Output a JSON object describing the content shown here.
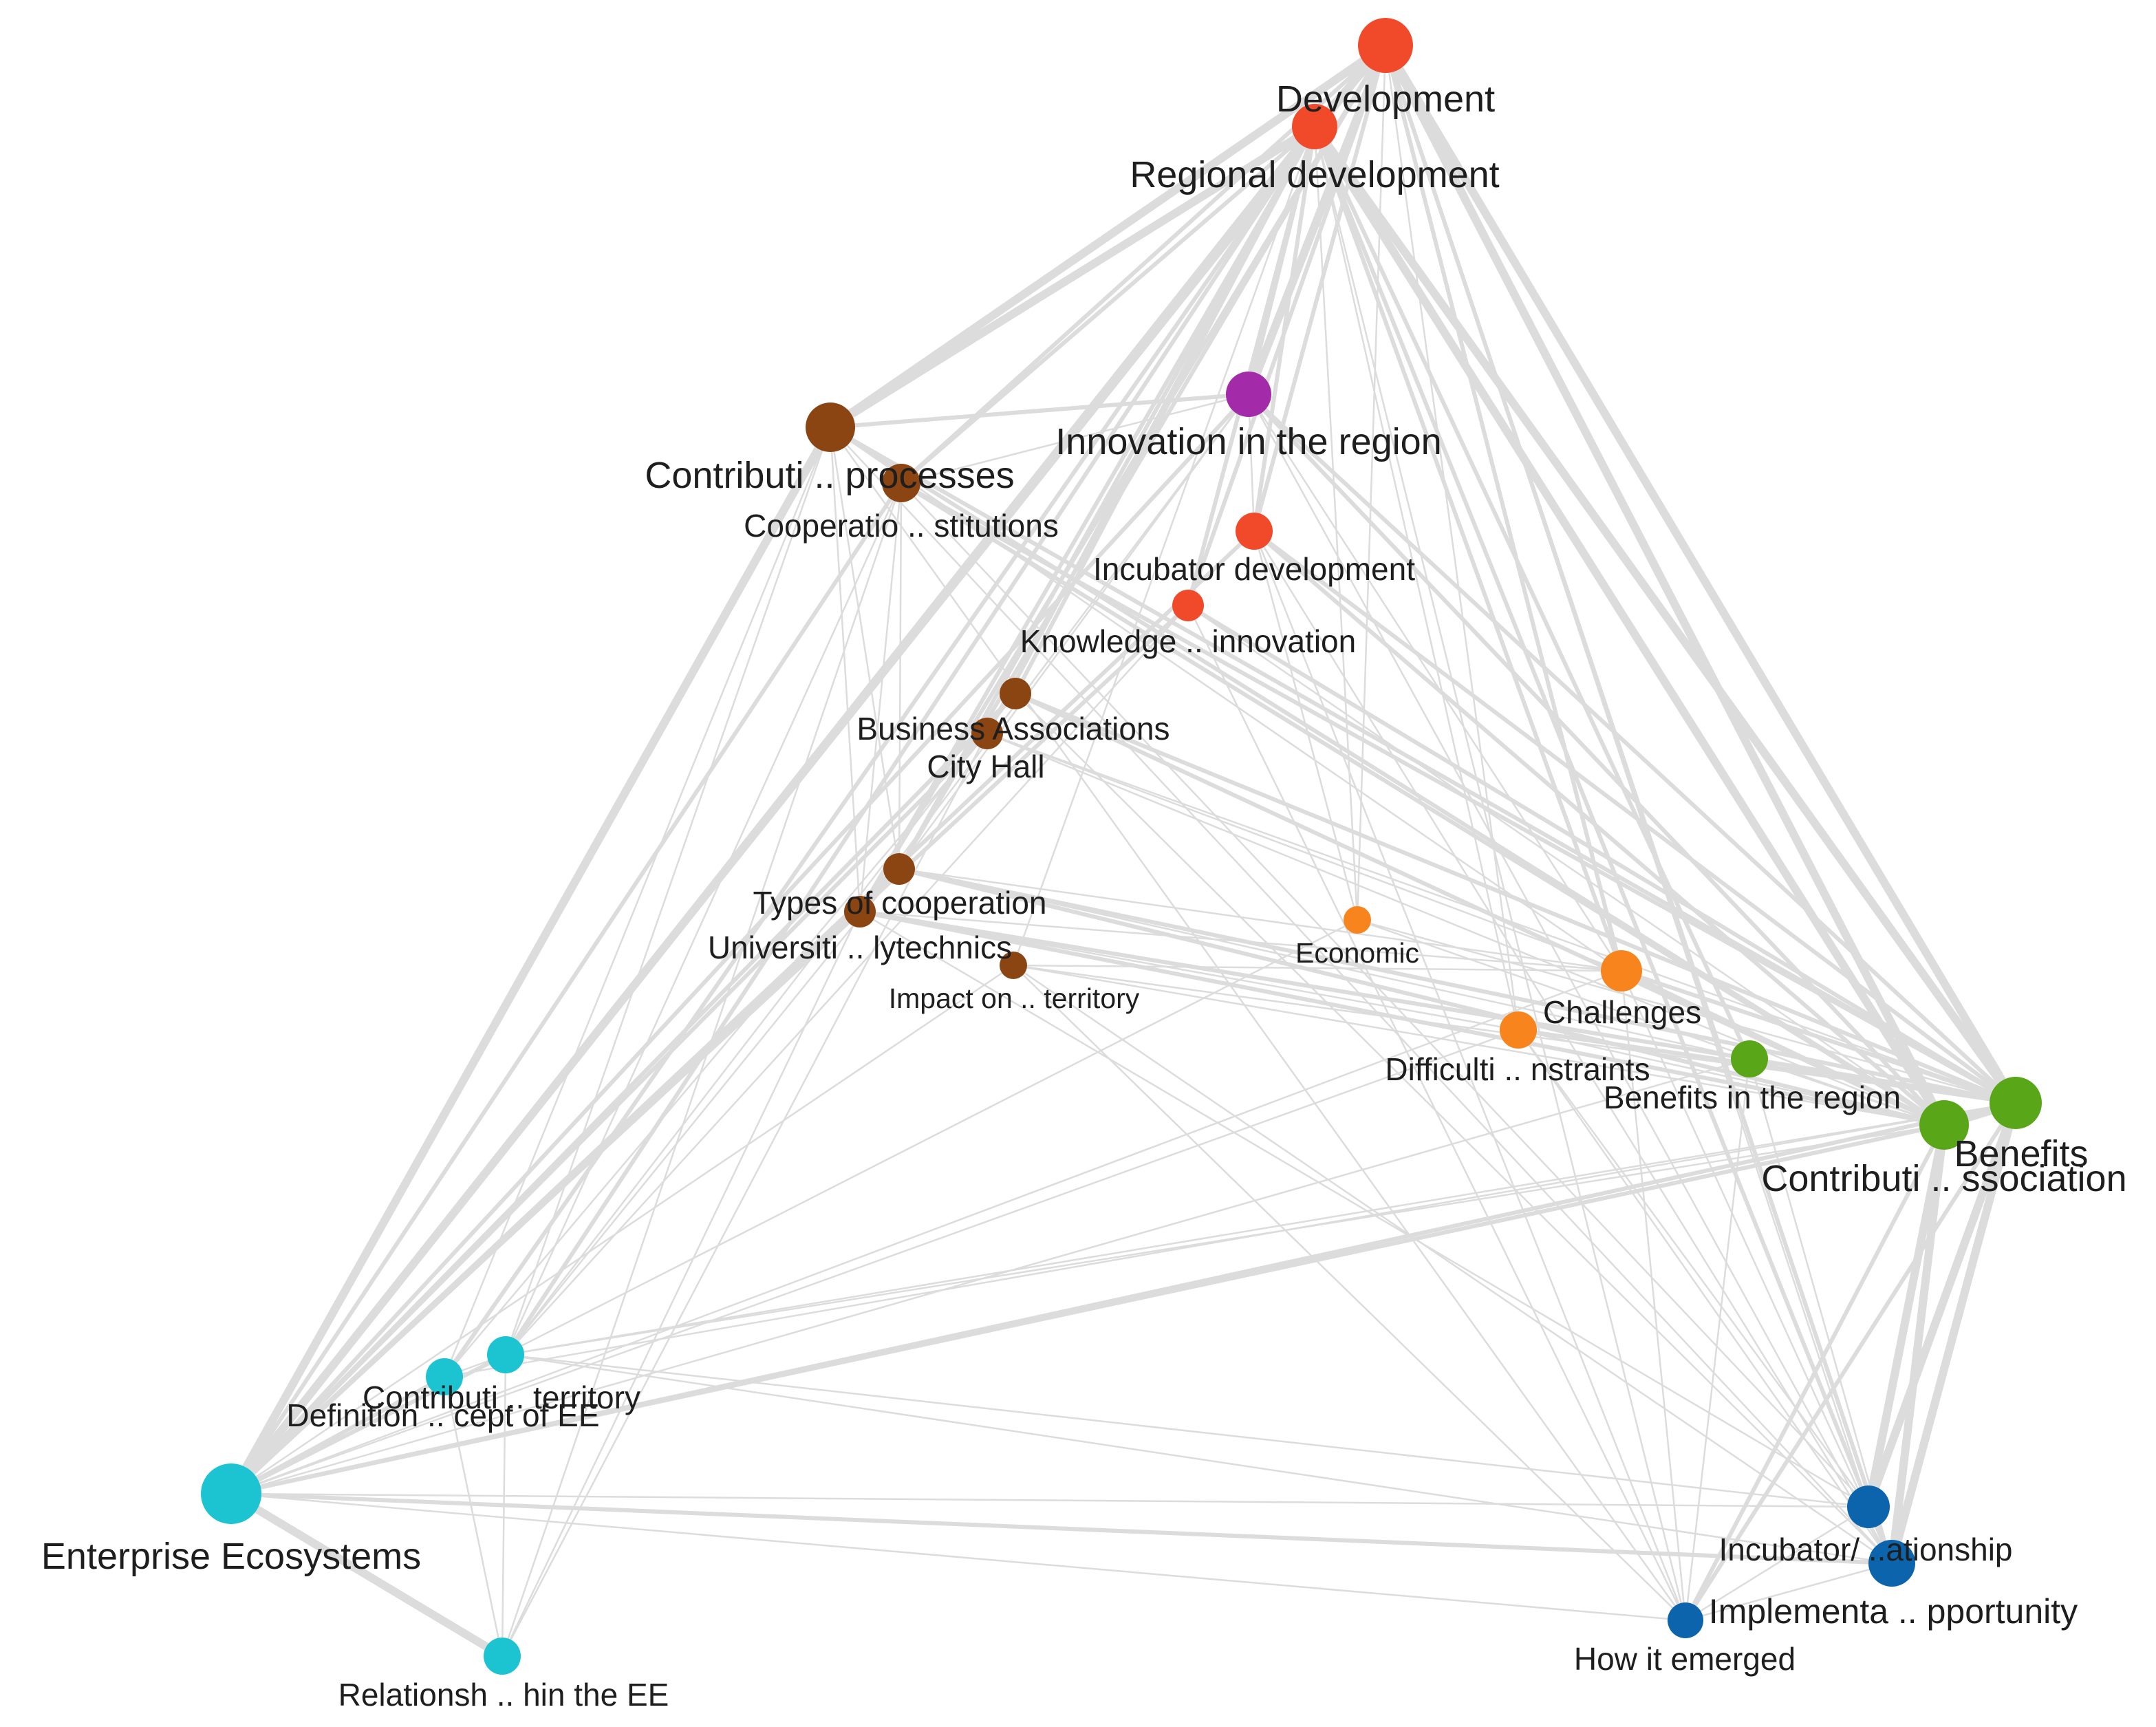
{
  "colors": {
    "red": "#f04a2a",
    "purple": "#a32aa8",
    "brown": "#8b4513",
    "orange": "#f7841c",
    "green": "#5aa619",
    "cyan": "#1cc4d2",
    "blue": "#0c64ad",
    "edge": "#dcdcdc"
  },
  "nodes": [
    {
      "id": "development",
      "label": "Development",
      "group": "red"
    },
    {
      "id": "regional_development",
      "label": "Regional development",
      "group": "red"
    },
    {
      "id": "innovation_region",
      "label": "Innovation in the region",
      "group": "purple"
    },
    {
      "id": "contrib_processes",
      "label": "Contributi ..  processes",
      "group": "brown"
    },
    {
      "id": "cooperation_institutions",
      "label": "Cooperatio .. stitutions",
      "group": "brown"
    },
    {
      "id": "incubator_development",
      "label": "Incubator development",
      "group": "red"
    },
    {
      "id": "knowledge_innovation",
      "label": "Knowledge  .. innovation",
      "group": "red"
    },
    {
      "id": "business_associations",
      "label": "Business Associations",
      "group": "brown"
    },
    {
      "id": "city_hall",
      "label": "City Hall",
      "group": "brown"
    },
    {
      "id": "types_cooperation",
      "label": "Types of cooperation",
      "group": "brown"
    },
    {
      "id": "universities",
      "label": "Universiti .. lytechnics",
      "group": "brown"
    },
    {
      "id": "impact_territory",
      "label": "Impact on  ..  territory",
      "group": "brown"
    },
    {
      "id": "economic",
      "label": "Economic",
      "group": "orange"
    },
    {
      "id": "challenges",
      "label": "Challenges",
      "group": "orange"
    },
    {
      "id": "difficulties",
      "label": "Difficulti .. nstraints",
      "group": "orange"
    },
    {
      "id": "benefits_region",
      "label": "Benefits in the region",
      "group": "green"
    },
    {
      "id": "benefits",
      "label": "Benefits",
      "group": "green"
    },
    {
      "id": "contrib_association",
      "label": "Contributi .. ssociation",
      "group": "green"
    },
    {
      "id": "contrib_territory",
      "label": "Contributi .. territory",
      "group": "cyan"
    },
    {
      "id": "definition_ee",
      "label": "Definition .. cept of EE",
      "group": "cyan"
    },
    {
      "id": "enterprise_ecosystems",
      "label": "Enterprise Ecosystems",
      "group": "cyan"
    },
    {
      "id": "relationship_ee",
      "label": "Relationsh .. hin the EE",
      "group": "cyan"
    },
    {
      "id": "incubator_relationship",
      "label": "Incubator/  ..ationship",
      "group": "blue"
    },
    {
      "id": "implementation_opportunity",
      "label": "Implementa .. pportunity",
      "group": "blue"
    },
    {
      "id": "how_emerged",
      "label": "How it emerged",
      "group": "blue"
    }
  ],
  "edges": [
    [
      "development",
      "regional_development",
      3
    ],
    [
      "development",
      "innovation_region",
      3
    ],
    [
      "development",
      "contrib_processes",
      3
    ],
    [
      "development",
      "cooperation_institutions",
      2
    ],
    [
      "development",
      "incubator_development",
      2
    ],
    [
      "development",
      "knowledge_innovation",
      2
    ],
    [
      "development",
      "benefits",
      3
    ],
    [
      "development",
      "contrib_association",
      3
    ],
    [
      "development",
      "enterprise_ecosystems",
      2
    ],
    [
      "development",
      "challenges",
      2
    ],
    [
      "development",
      "difficulties",
      1
    ],
    [
      "development",
      "implementation_opportunity",
      2
    ],
    [
      "development",
      "incubator_relationship",
      1
    ],
    [
      "development",
      "economic",
      1
    ],
    [
      "development",
      "universities",
      2
    ],
    [
      "development",
      "types_cooperation",
      2
    ],
    [
      "regional_development",
      "contrib_processes",
      3
    ],
    [
      "regional_development",
      "cooperation_institutions",
      2
    ],
    [
      "regional_development",
      "innovation_region",
      2
    ],
    [
      "regional_development",
      "benefits",
      3
    ],
    [
      "regional_development",
      "contrib_association",
      3
    ],
    [
      "regional_development",
      "enterprise_ecosystems",
      3
    ],
    [
      "regional_development",
      "contrib_territory",
      2
    ],
    [
      "regional_development",
      "definition_ee",
      2
    ],
    [
      "regional_development",
      "business_associations",
      2
    ],
    [
      "regional_development",
      "city_hall",
      2
    ],
    [
      "regional_development",
      "types_cooperation",
      2
    ],
    [
      "regional_development",
      "universities",
      2
    ],
    [
      "regional_development",
      "impact_territory",
      1
    ],
    [
      "regional_development",
      "benefits_region",
      2
    ],
    [
      "regional_development",
      "challenges",
      2
    ],
    [
      "regional_development",
      "difficulties",
      1
    ],
    [
      "regional_development",
      "incubator_development",
      2
    ],
    [
      "regional_development",
      "knowledge_innovation",
      2
    ],
    [
      "regional_development",
      "economic",
      1
    ],
    [
      "regional_development",
      "how_emerged",
      1
    ],
    [
      "regional_development",
      "implementation_opportunity",
      2
    ],
    [
      "regional_development",
      "incubator_relationship",
      1
    ],
    [
      "innovation_region",
      "contrib_processes",
      2
    ],
    [
      "innovation_region",
      "cooperation_institutions",
      1
    ],
    [
      "innovation_region",
      "incubator_development",
      1
    ],
    [
      "innovation_region",
      "benefits",
      2
    ],
    [
      "innovation_region",
      "contrib_association",
      2
    ],
    [
      "innovation_region",
      "enterprise_ecosystems",
      2
    ],
    [
      "innovation_region",
      "universities",
      1
    ],
    [
      "innovation_region",
      "types_cooperation",
      1
    ],
    [
      "innovation_region",
      "challenges",
      1
    ],
    [
      "innovation_region",
      "implementation_opportunity",
      1
    ],
    [
      "contrib_processes",
      "enterprise_ecosystems",
      3
    ],
    [
      "contrib_processes",
      "benefits",
      2
    ],
    [
      "contrib_processes",
      "contrib_association",
      2
    ],
    [
      "contrib_processes",
      "types_cooperation",
      1
    ],
    [
      "contrib_processes",
      "universities",
      1
    ],
    [
      "contrib_processes",
      "contrib_territory",
      1
    ],
    [
      "contrib_processes",
      "definition_ee",
      1
    ],
    [
      "contrib_processes",
      "challenges",
      1
    ],
    [
      "contrib_processes",
      "implementation_opportunity",
      1
    ],
    [
      "contrib_processes",
      "how_emerged",
      1
    ],
    [
      "cooperation_institutions",
      "enterprise_ecosystems",
      2
    ],
    [
      "cooperation_institutions",
      "benefits",
      2
    ],
    [
      "cooperation_institutions",
      "contrib_association",
      2
    ],
    [
      "cooperation_institutions",
      "universities",
      1
    ],
    [
      "cooperation_institutions",
      "types_cooperation",
      1
    ],
    [
      "cooperation_institutions",
      "incubator_relationship",
      1
    ],
    [
      "cooperation_institutions",
      "contrib_territory",
      1
    ],
    [
      "cooperation_institutions",
      "relationship_ee",
      1
    ],
    [
      "incubator_development",
      "benefits",
      2
    ],
    [
      "incubator_development",
      "contrib_association",
      2
    ],
    [
      "incubator_development",
      "enterprise_ecosystems",
      2
    ],
    [
      "incubator_development",
      "implementation_opportunity",
      1
    ],
    [
      "incubator_development",
      "economic",
      1
    ],
    [
      "incubator_development",
      "how_emerged",
      1
    ],
    [
      "knowledge_innovation",
      "benefits",
      2
    ],
    [
      "knowledge_innovation",
      "contrib_association",
      1
    ],
    [
      "knowledge_innovation",
      "enterprise_ecosystems",
      2
    ],
    [
      "knowledge_innovation",
      "how_emerged",
      1
    ],
    [
      "knowledge_innovation",
      "contrib_territory",
      1
    ],
    [
      "business_associations",
      "benefits",
      2
    ],
    [
      "business_associations",
      "contrib_association",
      2
    ],
    [
      "business_associations",
      "enterprise_ecosystems",
      2
    ],
    [
      "business_associations",
      "contrib_territory",
      1
    ],
    [
      "business_associations",
      "implementation_opportunity",
      1
    ],
    [
      "city_hall",
      "benefits",
      1
    ],
    [
      "city_hall",
      "contrib_association",
      1
    ],
    [
      "city_hall",
      "enterprise_ecosystems",
      2
    ],
    [
      "city_hall",
      "relationship_ee",
      1
    ],
    [
      "city_hall",
      "definition_ee",
      1
    ],
    [
      "city_hall",
      "challenges",
      1
    ],
    [
      "types_cooperation",
      "benefits",
      2
    ],
    [
      "types_cooperation",
      "contrib_association",
      2
    ],
    [
      "types_cooperation",
      "enterprise_ecosystems",
      2
    ],
    [
      "types_cooperation",
      "benefits_region",
      1
    ],
    [
      "types_cooperation",
      "challenges",
      1
    ],
    [
      "types_cooperation",
      "contrib_territory",
      1
    ],
    [
      "universities",
      "benefits",
      2
    ],
    [
      "universities",
      "contrib_association",
      2
    ],
    [
      "universities",
      "enterprise_ecosystems",
      2
    ],
    [
      "universities",
      "benefits_region",
      1
    ],
    [
      "universities",
      "difficulties",
      1
    ],
    [
      "universities",
      "challenges",
      1
    ],
    [
      "universities",
      "incubator_relationship",
      1
    ],
    [
      "universities",
      "relationship_ee",
      1
    ],
    [
      "impact_territory",
      "benefits",
      1
    ],
    [
      "impact_territory",
      "contrib_association",
      1
    ],
    [
      "impact_territory",
      "enterprise_ecosystems",
      1
    ],
    [
      "impact_territory",
      "implementation_opportunity",
      1
    ],
    [
      "impact_territory",
      "how_emerged",
      1
    ],
    [
      "impact_territory",
      "challenges",
      1
    ],
    [
      "economic",
      "benefits",
      1
    ],
    [
      "economic",
      "contrib_association",
      1
    ],
    [
      "economic",
      "enterprise_ecosystems",
      1
    ],
    [
      "challenges",
      "benefits",
      2
    ],
    [
      "challenges",
      "contrib_association",
      2
    ],
    [
      "challenges",
      "enterprise_ecosystems",
      1
    ],
    [
      "challenges",
      "implementation_opportunity",
      1
    ],
    [
      "challenges",
      "how_emerged",
      1
    ],
    [
      "difficulties",
      "benefits",
      2
    ],
    [
      "difficulties",
      "contrib_association",
      1
    ],
    [
      "difficulties",
      "enterprise_ecosystems",
      1
    ],
    [
      "difficulties",
      "implementation_opportunity",
      1
    ],
    [
      "difficulties",
      "incubator_relationship",
      1
    ],
    [
      "benefits_region",
      "benefits",
      2
    ],
    [
      "benefits_region",
      "contrib_association",
      1
    ],
    [
      "benefits_region",
      "enterprise_ecosystems",
      1
    ],
    [
      "benefits_region",
      "how_emerged",
      1
    ],
    [
      "benefits_region",
      "implementation_opportunity",
      1
    ],
    [
      "benefits",
      "contrib_association",
      3
    ],
    [
      "benefits",
      "implementation_opportunity",
      3
    ],
    [
      "benefits",
      "incubator_relationship",
      3
    ],
    [
      "benefits",
      "how_emerged",
      2
    ],
    [
      "benefits",
      "enterprise_ecosystems",
      2
    ],
    [
      "benefits",
      "contrib_territory",
      1
    ],
    [
      "benefits",
      "definition_ee",
      1
    ],
    [
      "contrib_association",
      "implementation_opportunity",
      3
    ],
    [
      "contrib_association",
      "incubator_relationship",
      3
    ],
    [
      "contrib_association",
      "how_emerged",
      2
    ],
    [
      "contrib_association",
      "enterprise_ecosystems",
      2
    ],
    [
      "contrib_association",
      "contrib_territory",
      1
    ],
    [
      "contrib_territory",
      "enterprise_ecosystems",
      2
    ],
    [
      "contrib_territory",
      "definition_ee",
      1
    ],
    [
      "contrib_territory",
      "relationship_ee",
      1
    ],
    [
      "contrib_territory",
      "implementation_opportunity",
      1
    ],
    [
      "contrib_territory",
      "incubator_relationship",
      1
    ],
    [
      "definition_ee",
      "enterprise_ecosystems",
      2
    ],
    [
      "definition_ee",
      "relationship_ee",
      1
    ],
    [
      "enterprise_ecosystems",
      "relationship_ee",
      3
    ],
    [
      "enterprise_ecosystems",
      "implementation_opportunity",
      2
    ],
    [
      "enterprise_ecosystems",
      "incubator_relationship",
      1
    ],
    [
      "enterprise_ecosystems",
      "how_emerged",
      1
    ],
    [
      "incubator_relationship",
      "implementation_opportunity",
      2
    ],
    [
      "incubator_relationship",
      "how_emerged",
      1
    ],
    [
      "implementation_opportunity",
      "how_emerged",
      1
    ]
  ]
}
